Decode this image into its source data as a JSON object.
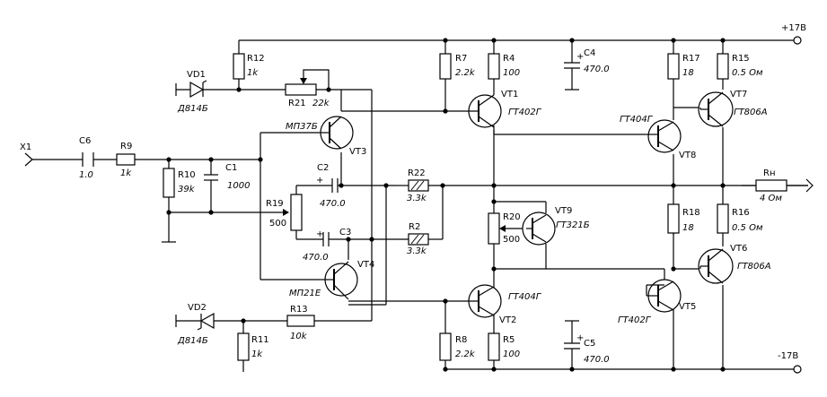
{
  "rails": {
    "pos": "+17В",
    "neg": "-17В"
  },
  "input": {
    "x1": "X1"
  },
  "output_load": {
    "name": "Rн",
    "value": "4 Ом"
  },
  "components": {
    "C6": {
      "name": "C6",
      "value": "1.0"
    },
    "R9": {
      "name": "R9",
      "value": "1k"
    },
    "R10": {
      "name": "R10",
      "value": "39k"
    },
    "C1": {
      "name": "C1",
      "value": "1000"
    },
    "R12": {
      "name": "R12",
      "value": "1k"
    },
    "VD1": {
      "name": "VD1",
      "value": "Д814Б"
    },
    "R21": {
      "name": "R21",
      "value": "22k"
    },
    "VD2": {
      "name": "VD2",
      "value": "Д814Б"
    },
    "R11": {
      "name": "R11",
      "value": "1k"
    },
    "R13": {
      "name": "R13",
      "value": "10k"
    },
    "R19": {
      "name": "R19",
      "value": "500"
    },
    "C2": {
      "name": "C2",
      "value": "470.0"
    },
    "C3": {
      "name": "C3",
      "value": "470.0"
    },
    "R22": {
      "name": "R22",
      "value": "3.3k"
    },
    "R2": {
      "name": "R2",
      "value": "3.3k"
    },
    "R7": {
      "name": "R7",
      "value": "2.2k"
    },
    "R4": {
      "name": "R4",
      "value": "100"
    },
    "C4": {
      "name": "C4",
      "value": "470.0"
    },
    "R8": {
      "name": "R8",
      "value": "2.2k"
    },
    "R5": {
      "name": "R5",
      "value": "100"
    },
    "C5": {
      "name": "C5",
      "value": "470.0"
    },
    "R20": {
      "name": "R20",
      "value": "500"
    },
    "R17": {
      "name": "R17",
      "value": "18"
    },
    "R15": {
      "name": "R15",
      "value": "0.5 Ом"
    },
    "R18": {
      "name": "R18",
      "value": "18"
    },
    "R16": {
      "name": "R16",
      "value": "0.5 Ом"
    }
  },
  "transistors": {
    "VT1": {
      "name": "VT1",
      "type": "ГТ402Г"
    },
    "VT2": {
      "name": "VT2",
      "type": "ГТ404Г"
    },
    "VT3": {
      "name": "VT3",
      "type": "МП37Б"
    },
    "VT4": {
      "name": "VT4",
      "type": "МП21Е"
    },
    "VT5": {
      "name": "VT5",
      "type": "ГТ402Г"
    },
    "VT6": {
      "name": "VT6",
      "type": "ГТ806А"
    },
    "VT7": {
      "name": "VT7",
      "type": "ГТ806А"
    },
    "VT8": {
      "name": "VT8",
      "type": "ГТ404Г"
    },
    "VT9": {
      "name": "VT9",
      "type": "ГТ321Б"
    }
  }
}
